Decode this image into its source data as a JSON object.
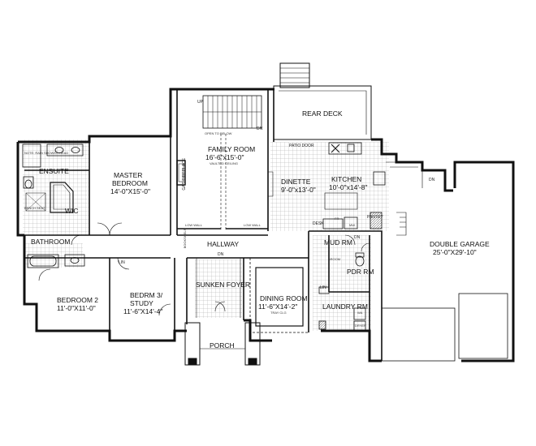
{
  "rooms": {
    "rear_deck": "REAR DECK",
    "family_room": "FAMILY ROOM",
    "family_room_dim": "16'-6\"x15'-0\"",
    "vaulted_ceiling": "VAULTED CEILING",
    "open_to_below": "OPEN TO BELOW",
    "master_bedroom_1": "MASTER",
    "master_bedroom_2": "BEDROOM",
    "master_bedroom_dim": "14'-0\"X15'-0\"",
    "ensuite": "ENSUITE",
    "wic": "WIC",
    "dinette": "DINETTE",
    "dinette_dim": "9'-0\"x13'-0\"",
    "kitchen": "KITCHEN",
    "kitchen_dim": "10'-0\"x14'-8\"",
    "double_garage": "DOUBLE GARAGE",
    "double_garage_dim": "25'-0\"X29'-10\"",
    "hallway": "HALLWAY",
    "bathroom": "BATHROOM",
    "mud_rm": "MUD RM",
    "pdr_rm": "PDR RM",
    "bedroom2": "BEDROOM 2",
    "bedroom2_dim": "11'-0\"X11'-0\"",
    "bedrm3_1": "BEDRM 3/",
    "bedrm3_2": "STUDY",
    "bedrm3_dim": "11'-6\"X14'-4\"",
    "sunken_foyer": "SUNKEN FOYER",
    "dining_room": "DINING ROOM",
    "dining_room_dim": "11'-6\"X14'-2\"",
    "tray_clg": "TRAY CLG",
    "laundry_rm": "LAUNDRY RM",
    "porch": "PORCH"
  },
  "small_labels": {
    "up": "UP",
    "dn_stair": "DN",
    "dn_foyer": "DN",
    "dn_mud": "DN",
    "dn_garage": "DN",
    "patio_door": "PATIO DOOR",
    "gas_fireplace": "GAS FIREPLACE",
    "low_wall_left": "LOW WALL",
    "low_wall_right": "LOW WALL",
    "desk": "DESK",
    "pantry": "PANTRY",
    "fr": "FR",
    "mw": "MW",
    "lin_1": "LIN",
    "lin_2": "LIN",
    "broom": "BROOM",
    "dryer": "DRYER",
    "wa": "WA",
    "bookshelf": "BOOKSHELF",
    "shower_note": "NOTE: RAIN SHOWER HEAD",
    "bench_note": "BENCH SEAT"
  },
  "colors": {
    "wall": "#111111",
    "tile": "#9a9a9a",
    "background": "#ffffff"
  }
}
